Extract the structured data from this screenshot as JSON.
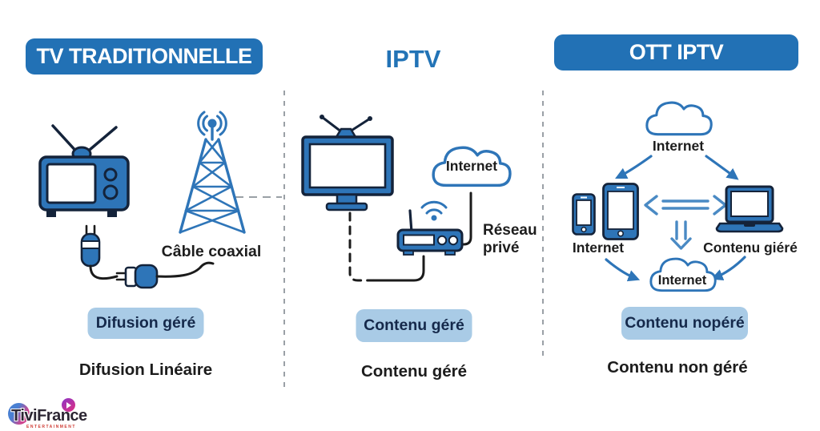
{
  "columns": [
    {
      "header": "TV TRADITIONNELLE",
      "cable_label": "Câble coaxial",
      "badge": "Difusion géré",
      "caption": "Difusion Linéaire"
    },
    {
      "header": "IPTV",
      "cloud_label": "Internet",
      "network_label": "Réseau privé",
      "badge": "Contenu géré",
      "caption": "Contenu géré"
    },
    {
      "header": "OTT IPTV",
      "top_cloud_label": "Internet",
      "devices_label": "Internet",
      "laptop_label": "Contenu giéré",
      "center_cloud_label": "Internet",
      "badge": "Contenu nopéré",
      "caption": "Contenu non géré"
    }
  ],
  "logo": {
    "name": "TiviFrance",
    "tagline": "ENTERTAINMENT"
  },
  "icons": {
    "retro-tv": "blue CRT television with rabbit-ear antenna",
    "broadcast-tower": "blue lattice radio tower with signal waves",
    "coaxial-cable": "black cable with blue connectors",
    "flat-tv": "blue flat-screen TV with antenna",
    "cloud": "white cloud with blue outline",
    "router": "blue wifi router with antenna",
    "smartphone": "blue smartphone",
    "tablet": "blue tablet",
    "laptop": "blue laptop",
    "play-button": "magenta play button"
  },
  "colors": {
    "header_bg": "#2271b5",
    "iptv_title": "#2273b6",
    "icon_blue": "#2e75b8",
    "icon_outline": "#14233a",
    "badge_bg": "#a9cbe6",
    "badge_text": "#15294b",
    "text_dark": "#1d1d1d",
    "arrow_blue": "#4a8ac4",
    "divider_gray": "#9aa0a6"
  }
}
